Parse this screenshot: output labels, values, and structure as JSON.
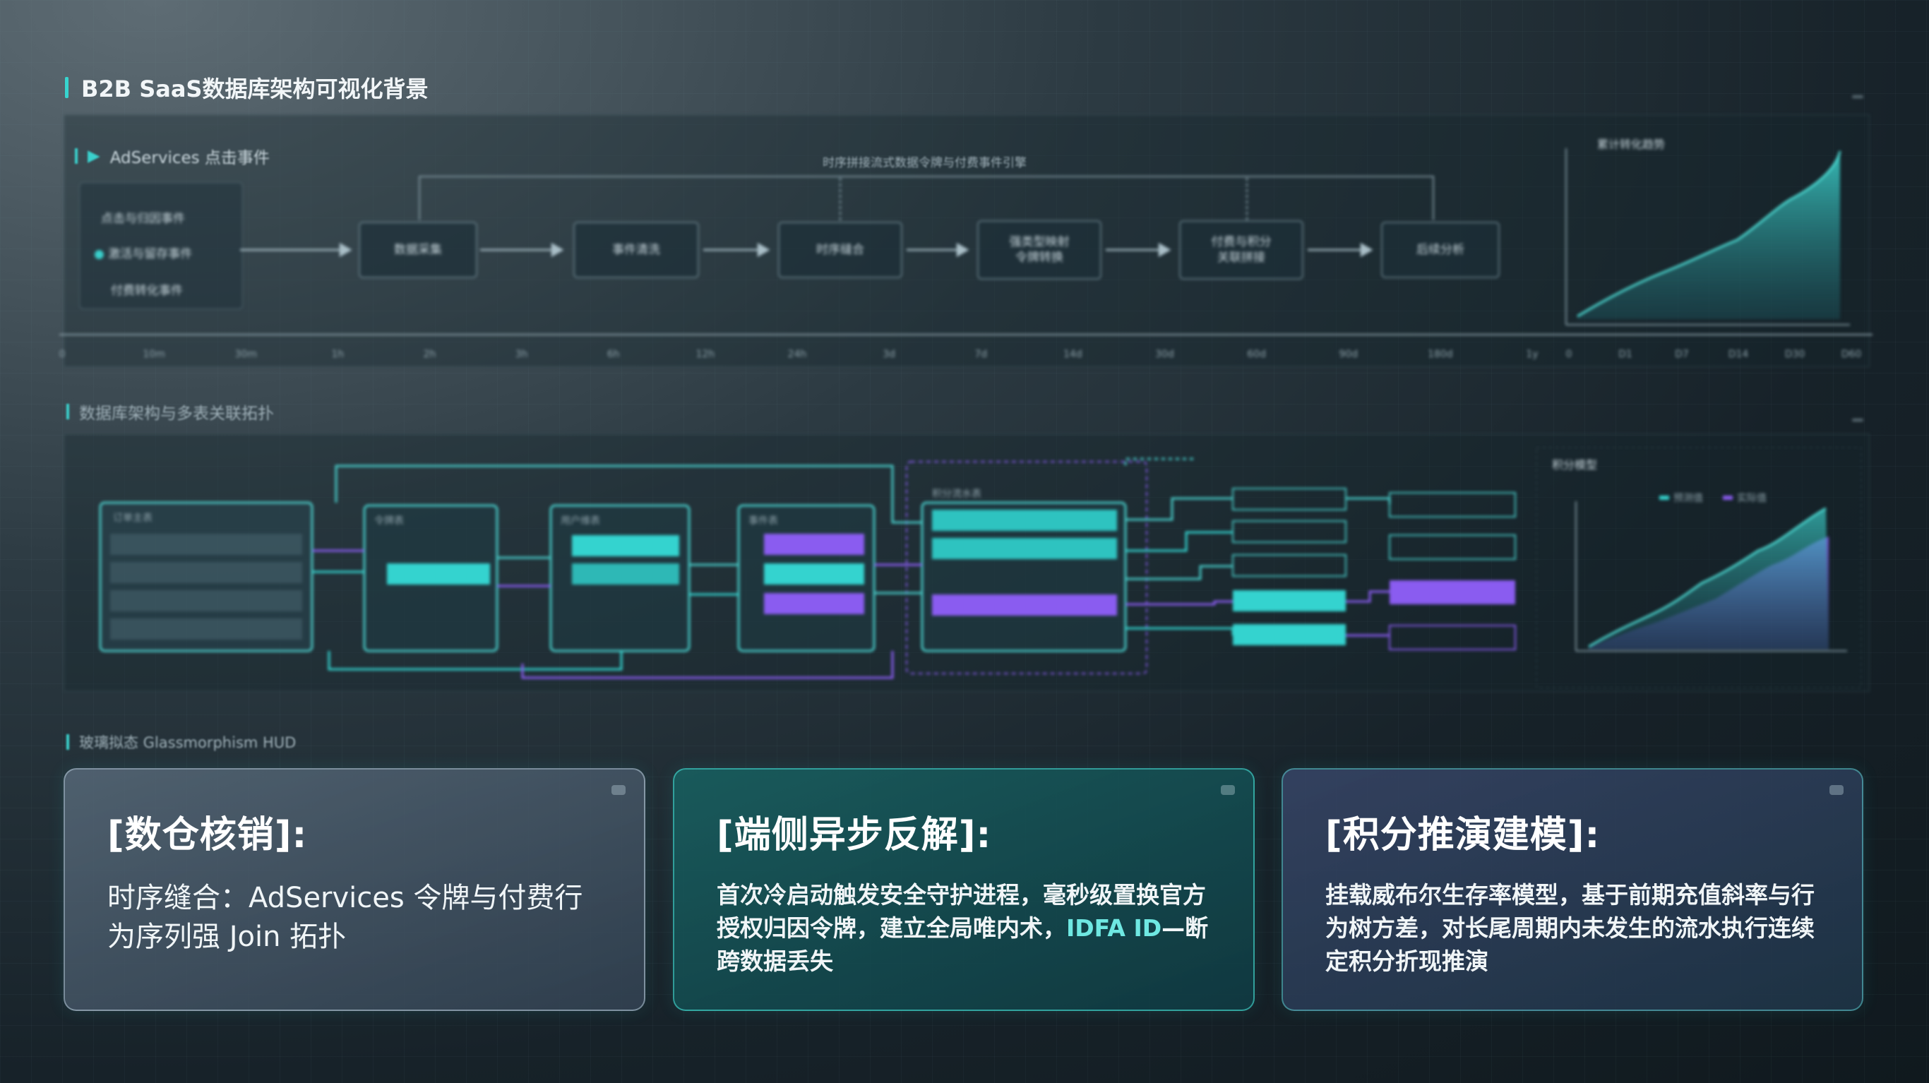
{
  "page_title": "B2B SaaS数据库架构可视化背景",
  "section1": {
    "label": "AdServices 点击事件",
    "sub_label": "时序拼接流式数据令牌与付费事件引擎",
    "flow_nodes": [
      "数据采集",
      "事件清洗",
      "时序缝合",
      "强类型映射\n令牌转换",
      "付费与积分\n关联拼接",
      "后续分析"
    ],
    "source_items": [
      "点击与归因事件",
      "激活与留存事件",
      "付费转化事件"
    ],
    "axis_ticks": [
      "0",
      "10m",
      "30m",
      "1h",
      "2h",
      "3h",
      "6h",
      "12h",
      "24h",
      "3d",
      "7d",
      "14d",
      "30d",
      "60d",
      "90d",
      "180d",
      "1y"
    ],
    "chart_label": "累计转化趋势",
    "chart_axis_ticks": [
      "0",
      "D1",
      "D7",
      "D14",
      "D30",
      "D60"
    ]
  },
  "section2": {
    "label": "数据库架构与多表关联拓扑",
    "chart_label": "积分模型",
    "legend": [
      "预测值",
      "实际值"
    ],
    "table_blocks": [
      "订单主表",
      "令牌表",
      "用户维表",
      "事件表",
      "积分流水表"
    ]
  },
  "section3": {
    "label": "玻璃拟态 Glassmorphism HUD"
  },
  "cards": [
    {
      "title": "[数仓核销]:",
      "body": "时序缝合：AdServices 令牌与付费行为序列强 Join 拓扑"
    },
    {
      "title": "[端侧异步反解]:",
      "body_before": "首次冷启动触发安全守护进程，毫秒级置换官方授权归因令牌，建立全局唯内术，",
      "body_highlight": "IDFA ID",
      "body_after": "—断跨数据丢失"
    },
    {
      "title": "[积分推演建模]:",
      "body": "挂载威布尔生存率模型，基于前期充值斜率与行为树方差，对长尾周期内未发生的流水执行连续定积分折现推演"
    }
  ],
  "colors": {
    "accent_teal": "#37d5cf",
    "accent_purple": "#8a5cf0",
    "node_border": "#a8c2cc"
  }
}
